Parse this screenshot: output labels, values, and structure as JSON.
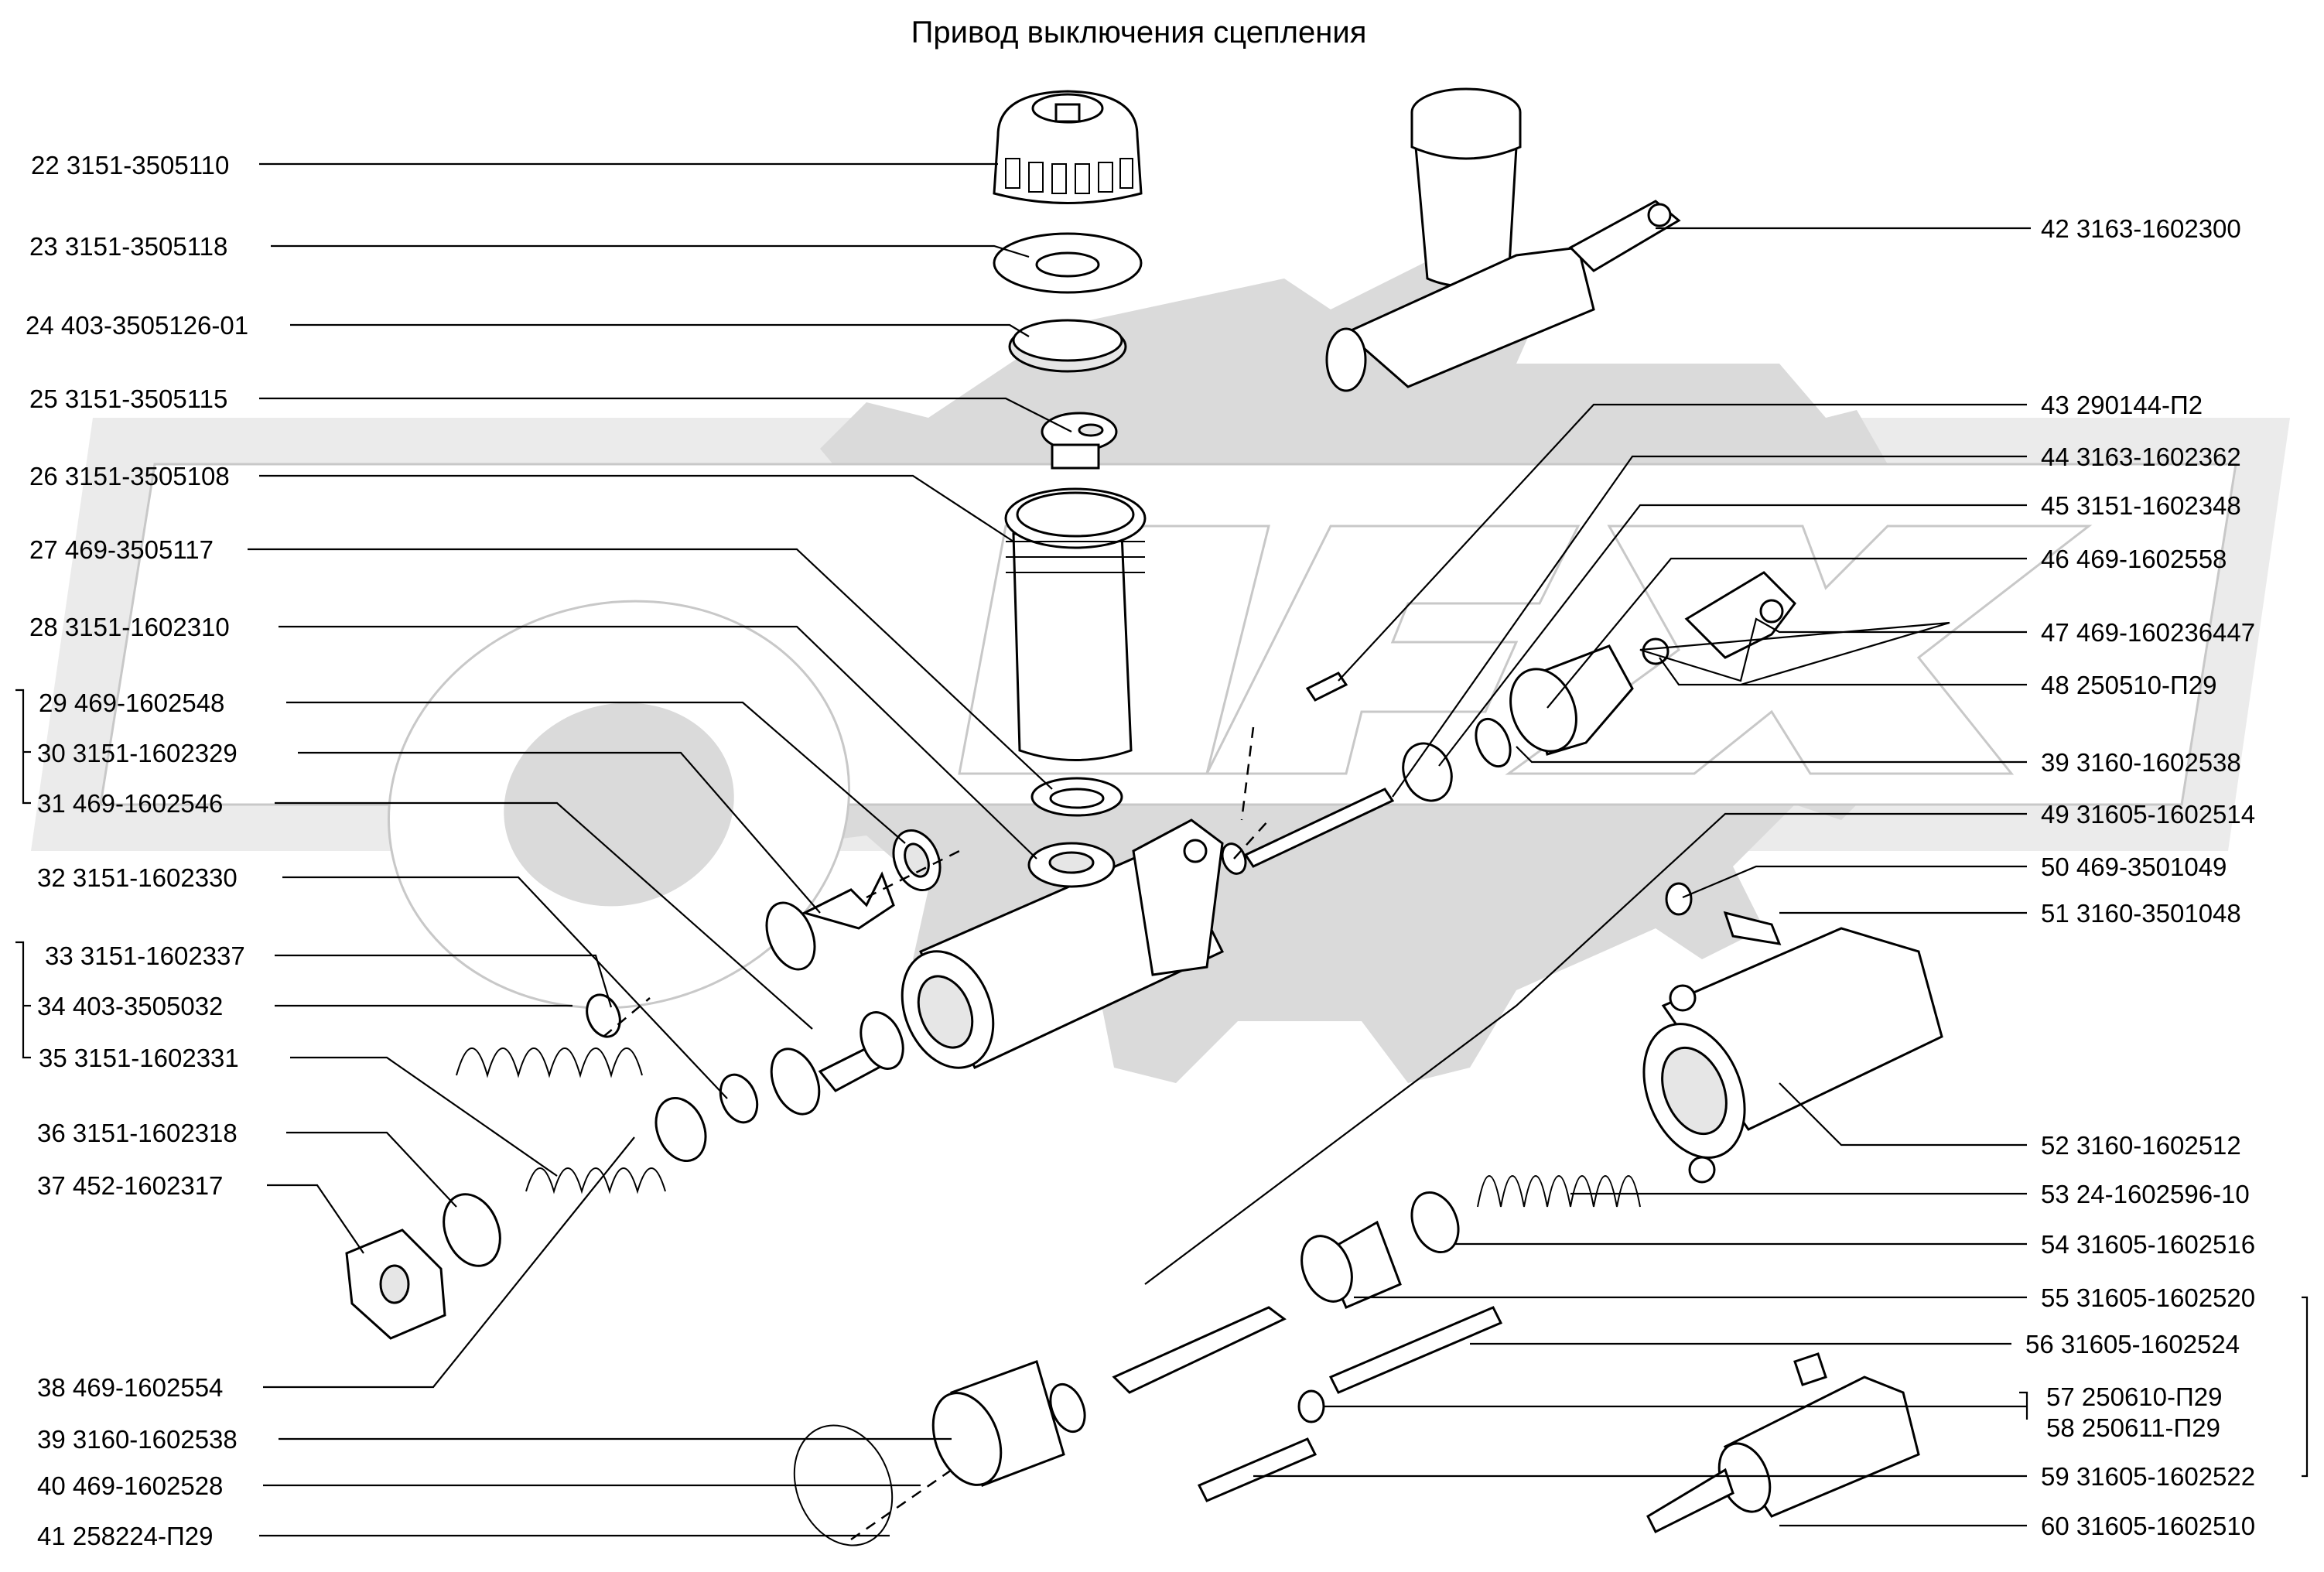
{
  "title": "Привод выключения сцепления",
  "labels": [
    {
      "num": "22",
      "code": "3151-3505110"
    },
    {
      "num": "23",
      "code": "3151-3505118"
    },
    {
      "num": "24",
      "code": "403-3505126-01"
    },
    {
      "num": "25",
      "code": "3151-3505115"
    },
    {
      "num": "26",
      "code": "3151-3505108"
    },
    {
      "num": "27",
      "code": "469-3505117"
    },
    {
      "num": "28",
      "code": "3151-1602310"
    },
    {
      "num": "29",
      "code": "469-1602548"
    },
    {
      "num": "30",
      "code": "3151-1602329"
    },
    {
      "num": "31",
      "code": "469-1602546"
    },
    {
      "num": "32",
      "code": "3151-1602330"
    },
    {
      "num": "33",
      "code": "3151-1602337"
    },
    {
      "num": "34",
      "code": "403-3505032"
    },
    {
      "num": "35",
      "code": "3151-1602331"
    },
    {
      "num": "36",
      "code": "3151-1602318"
    },
    {
      "num": "37",
      "code": "452-1602317"
    },
    {
      "num": "38",
      "code": "469-1602554"
    },
    {
      "num": "39",
      "code": "3160-1602538"
    },
    {
      "num": "40",
      "code": "469-1602528"
    },
    {
      "num": "41",
      "code": "258224-П29"
    },
    {
      "num": "42",
      "code": "3163-1602300"
    },
    {
      "num": "43",
      "code": "290144-П2"
    },
    {
      "num": "44",
      "code": "3163-1602362"
    },
    {
      "num": "45",
      "code": "3151-1602348"
    },
    {
      "num": "46",
      "code": "469-1602558"
    },
    {
      "num": "47",
      "code": "469-160236447"
    },
    {
      "num": "48",
      "code": "250510-П29"
    },
    {
      "num": "39",
      "code": "3160-1602538"
    },
    {
      "num": "49",
      "code": "31605-1602514"
    },
    {
      "num": "50",
      "code": "469-3501049"
    },
    {
      "num": "51",
      "code": "3160-3501048"
    },
    {
      "num": "52",
      "code": "3160-1602512"
    },
    {
      "num": "53",
      "code": "24-1602596-10"
    },
    {
      "num": "54",
      "code": "31605-1602516"
    },
    {
      "num": "55",
      "code": "31605-1602520"
    },
    {
      "num": "56",
      "code": "31605-1602524"
    },
    {
      "num": "57",
      "code": "250610-П29"
    },
    {
      "num": "58",
      "code": "250611-П29"
    },
    {
      "num": "59",
      "code": "31605-1602522"
    },
    {
      "num": "60",
      "code": "31605-1602510"
    }
  ]
}
